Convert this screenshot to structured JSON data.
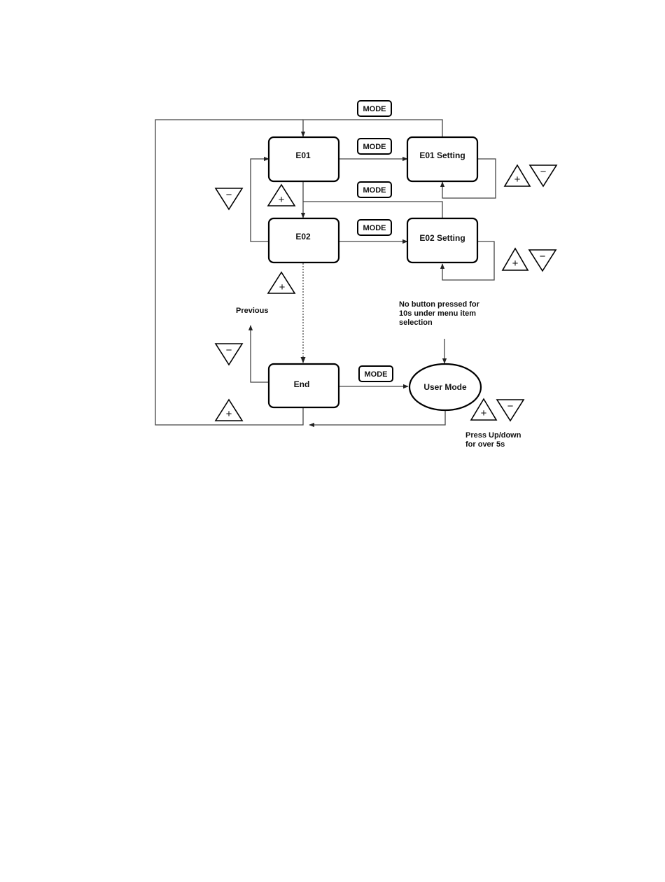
{
  "states": {
    "e01": "E01",
    "e01_setting": "E01 Setting",
    "e02": "E02",
    "e02_setting": "E02 Setting",
    "end": "End",
    "user_mode": "User Mode"
  },
  "mode_button_label": "MODE",
  "plus_symbol": "+",
  "minus_symbol": "−",
  "labels": {
    "previous": "Previous",
    "no_button_note": [
      "No button pressed for",
      "10s under menu item",
      "selection"
    ],
    "press_updown_note": [
      "Press Up/down",
      "for over 5s"
    ]
  },
  "colors": {
    "stroke": "#000000",
    "connector": "#444444",
    "background": "#ffffff"
  }
}
